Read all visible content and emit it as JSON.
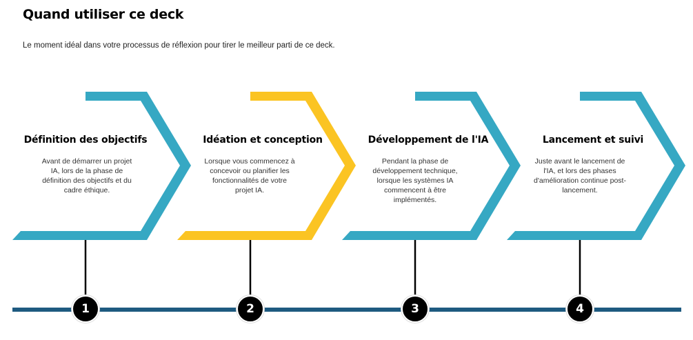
{
  "header": {
    "title": "Quand utiliser ce deck",
    "subtitle": "Le moment idéal dans votre processus de réflexion pour tirer le meilleur parti de ce deck."
  },
  "colors": {
    "blue": "#36A8C3",
    "yellow": "#FBC423",
    "timeline": "#1E5A80"
  },
  "steps": [
    {
      "number": "1",
      "title": "Définition des objectifs",
      "color": "#36A8C3",
      "lines": [
        "Avant de démarrer un projet",
        "IA, lors de la phase de",
        "définition des objectifs et du",
        "cadre éthique."
      ]
    },
    {
      "number": "2",
      "title": "Idéation et conception",
      "color": "#FBC423",
      "lines": [
        "Lorsque vous commencez à",
        "concevoir ou planifier les",
        "fonctionnalités de votre",
        "projet IA."
      ]
    },
    {
      "number": "3",
      "title": "Développement de l'IA",
      "color": "#36A8C3",
      "lines": [
        "Pendant la phase de",
        "développement technique,",
        "lorsque les systèmes IA",
        "commencent à être",
        "implémentés."
      ]
    },
    {
      "number": "4",
      "title": "Lancement et suivi",
      "color": "#36A8C3",
      "lines": [
        "Juste avant le lancement de",
        "l'IA, et lors des phases",
        "d'amélioration continue post-",
        "lancement."
      ]
    }
  ]
}
